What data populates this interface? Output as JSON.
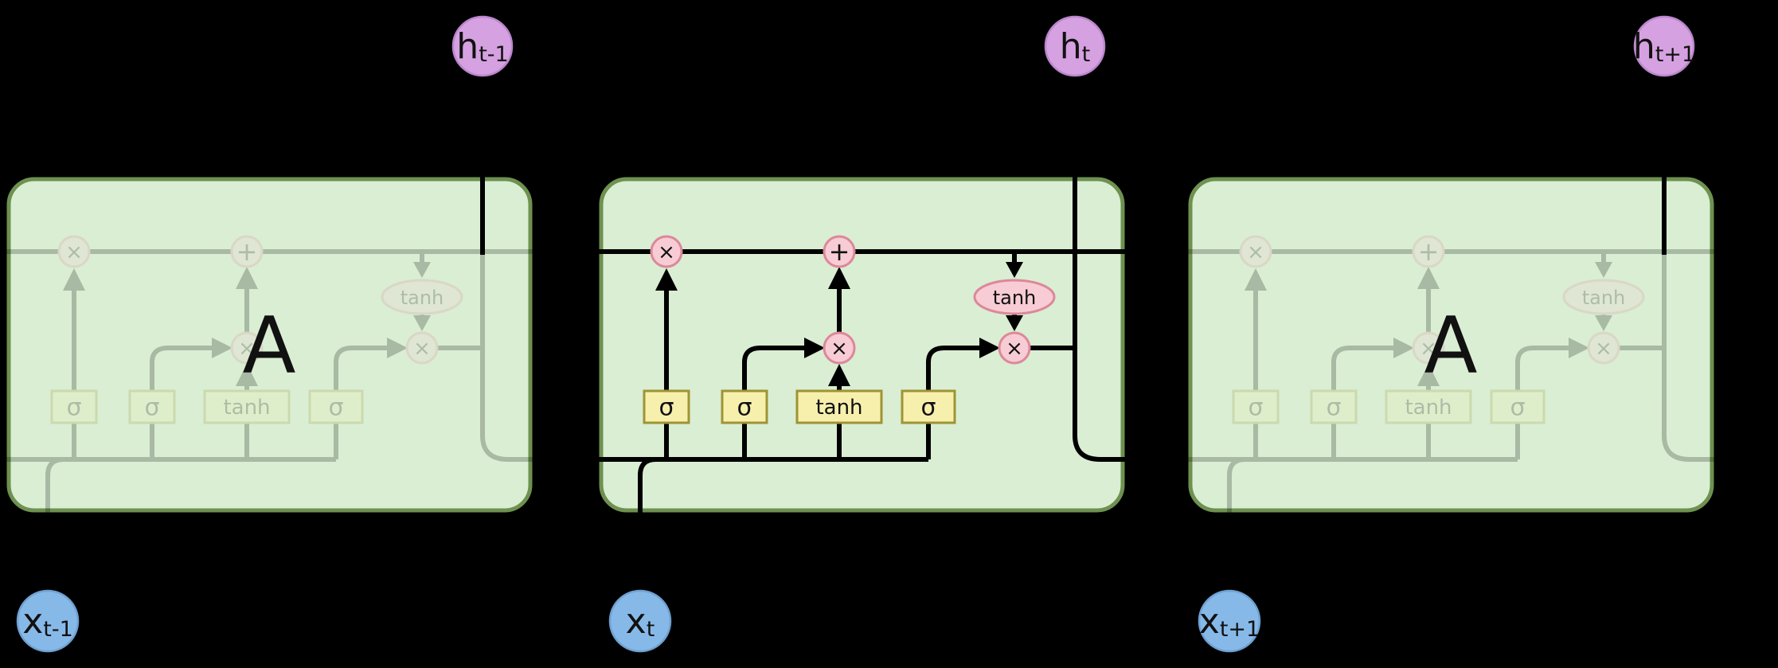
{
  "cells": [
    {
      "position": "previous",
      "core_label": "A",
      "hidden_label": {
        "base": "h",
        "sub": "t-1"
      },
      "input_label": {
        "base": "x",
        "sub": "t-1"
      },
      "faded": true
    },
    {
      "position": "current",
      "core_label": "",
      "hidden_label": {
        "base": "h",
        "sub": "t"
      },
      "input_label": {
        "base": "x",
        "sub": "t"
      },
      "faded": false
    },
    {
      "position": "next",
      "core_label": "A",
      "hidden_label": {
        "base": "h",
        "sub": "t+1"
      },
      "input_label": {
        "base": "x",
        "sub": "t+1"
      },
      "faded": true
    }
  ],
  "gates": {
    "forget": {
      "label": "σ"
    },
    "input": {
      "label": "σ"
    },
    "candidate": {
      "label": "tanh"
    },
    "output": {
      "label": "σ"
    }
  },
  "ops": {
    "multiply": "×",
    "add": "+",
    "tanh": "tanh"
  },
  "colors": {
    "background": "#000000",
    "cell_fill": "#d9eed3",
    "cell_border": "#6e9150",
    "line": "#000000",
    "gate_fill": "#f7f0ad",
    "gate_border": "#9f9434",
    "op_fill": "#f7ccd5",
    "op_border": "#dd8899",
    "hidden_fill": "#d5a1e0",
    "hidden_border": "#bb86cc",
    "input_fill": "#87b9e8",
    "input_border": "#6fa0d0",
    "label_text": "#111111"
  }
}
